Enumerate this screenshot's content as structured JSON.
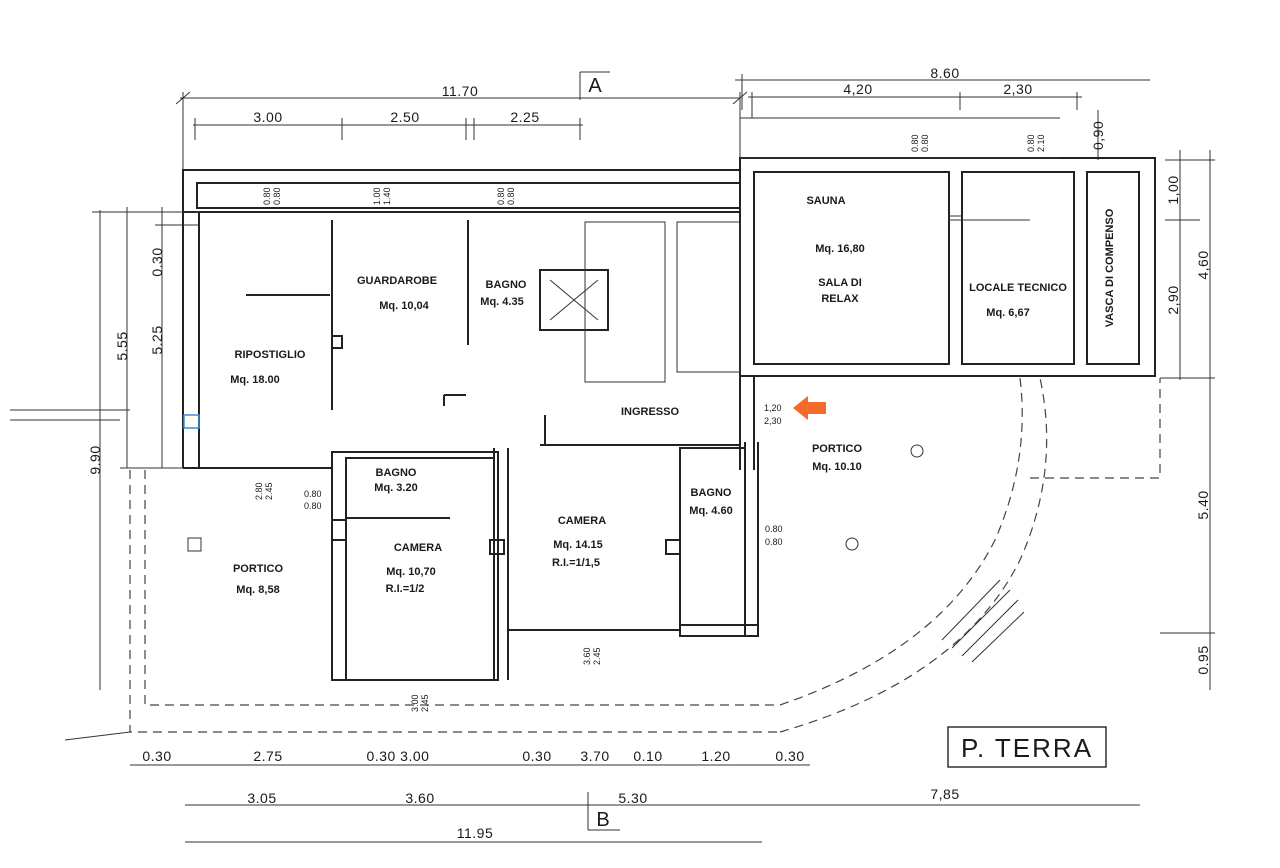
{
  "title": "P. TERRA",
  "section_top": "A",
  "section_bottom": "B",
  "accent_color": "#f26b2a",
  "top_dims": {
    "total_left": "11.70",
    "d1": "3.00",
    "d2": "2.50",
    "d3": "2.25",
    "total_right": "8.60",
    "d4": "4,20",
    "d5": "2,30",
    "d6": "0,90"
  },
  "bottom_dims": {
    "row1": [
      "0.30",
      "2.75",
      "0.30 3.00",
      "0.30",
      "3.70",
      "0.10",
      "1.20",
      "0.30"
    ],
    "row2": [
      "3.05",
      "3.60",
      "5.30",
      "7,85"
    ],
    "total": "11.95"
  },
  "left_dims": {
    "d1": "0.30",
    "d2": "5.25",
    "d3": "5.55",
    "d4": "9.90"
  },
  "right_dims": {
    "d1": "1,00",
    "d2": "2,90",
    "d3": "4,60",
    "d4": "5.40",
    "d5": "0.95"
  },
  "openings": {
    "o1a": "0.80",
    "o1b": "0.80",
    "o2a": "1.00",
    "o2b": "1.40",
    "o3a": "0.80",
    "o3b": "0.80",
    "o4a": "0.80",
    "o4b": "0.80",
    "o5a": "0.80",
    "o5b": "2.10",
    "o6a": "2.80",
    "o6b": "2.45",
    "o7a": "0.80",
    "o7b": "0.80",
    "o8a": "0.80",
    "o8b": "0.80",
    "o9a": "3.60",
    "o9b": "2.45",
    "o10a": "3.00",
    "o10b": "2.45",
    "entry_a": "1,20",
    "entry_b": "2,30"
  },
  "rooms": {
    "ripostiglio": {
      "name": "RIPOSTIGLIO",
      "area": "Mq. 18.00"
    },
    "guardaroba": {
      "name": "GUARDAROBE",
      "area": "Mq. 10,04"
    },
    "bagno1": {
      "name": "BAGNO",
      "area": "Mq. 4.35"
    },
    "sauna": {
      "name": "SAUNA",
      "area": "Mq. 16,80",
      "sub1": "SALA DI",
      "sub2": "RELAX"
    },
    "locale": {
      "name": "LOCALE TECNICO",
      "area": "Mq. 6,67"
    },
    "vasca": {
      "name": "VASCA DI COMPENSO"
    },
    "ingresso": {
      "name": "INGRESSO"
    },
    "portico_right": {
      "name": "PORTICO",
      "area": "Mq. 10.10"
    },
    "bagno2": {
      "name": "BAGNO",
      "area": "Mq. 3.20"
    },
    "camera1": {
      "name": "CAMERA",
      "area": "Mq. 10,70",
      "ri": "R.I.=1/2"
    },
    "camera2": {
      "name": "CAMERA",
      "area": "Mq. 14.15",
      "ri": "R.I.=1/1,5"
    },
    "bagno3": {
      "name": "BAGNO",
      "area": "Mq. 4.60"
    },
    "portico_left": {
      "name": "PORTICO",
      "area": "Mq. 8,58"
    }
  }
}
